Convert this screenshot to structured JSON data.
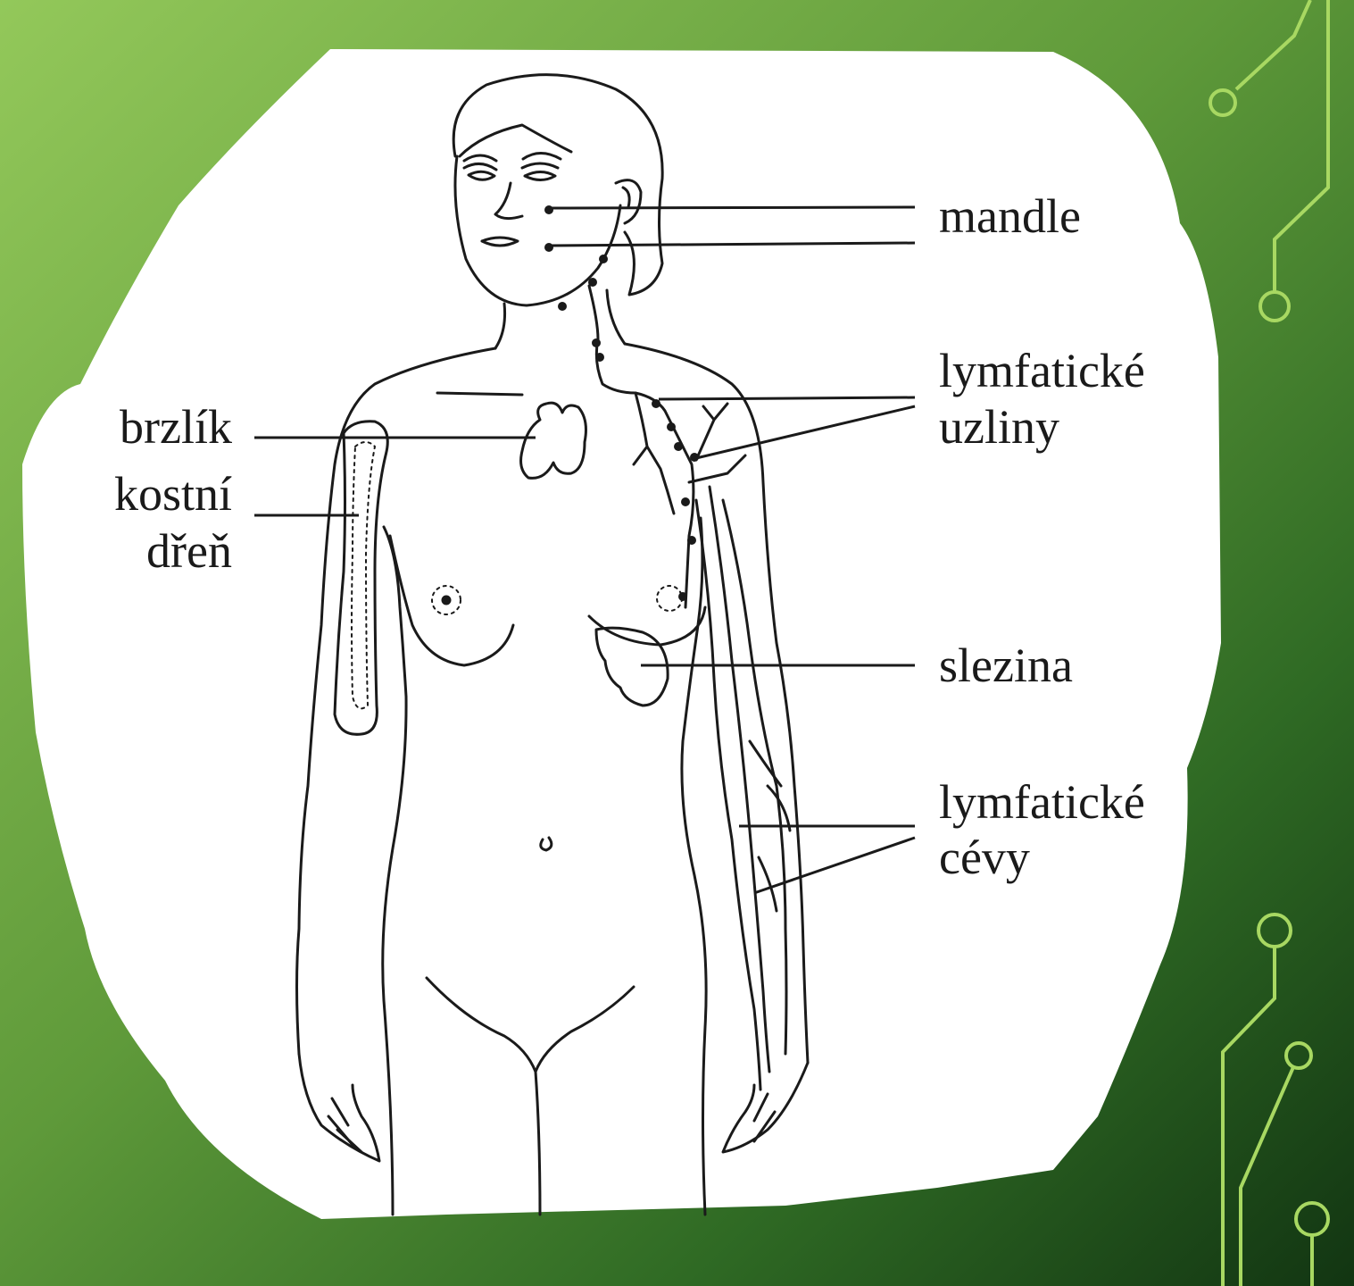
{
  "colors": {
    "bg_light": "#8fc356",
    "bg_dark": "#163a14",
    "paper": "#ffffff",
    "ink": "#1a1a1a",
    "circuit": "#a8d862"
  },
  "labels": {
    "tonsils": "mandle",
    "lymph_nodes_1": "lymfatické",
    "lymph_nodes_2": "uzliny",
    "thymus": "brzlík",
    "marrow_1": "kostní",
    "marrow_2": "dřeň",
    "spleen": "slezina",
    "vessels_1": "lymfatické",
    "vessels_2": "cévy"
  },
  "icons": [
    "circuit-decoration-top-right",
    "circuit-decoration-bottom-right"
  ]
}
